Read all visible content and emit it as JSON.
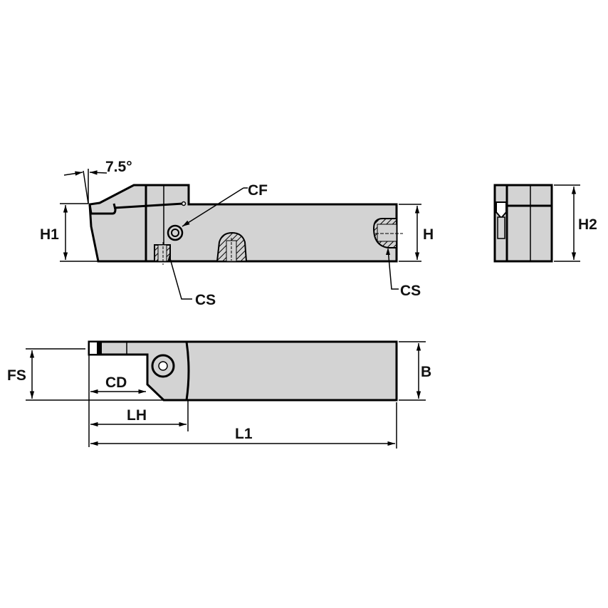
{
  "drawing": {
    "subject": "grooving toolholder technical drawing",
    "colors": {
      "body_fill": "#d3d3d3",
      "line": "#000000",
      "background": "#ffffff"
    },
    "side_view": {
      "labels": {
        "angle": "7.5°",
        "cf": "CF",
        "h1": "H1",
        "h": "H",
        "cs_left": "CS",
        "cs_right": "CS"
      }
    },
    "end_view": {
      "labels": {
        "h2": "H2"
      }
    },
    "top_view": {
      "labels": {
        "fs": "FS",
        "cd": "CD",
        "lh": "LH",
        "l1": "L1",
        "b": "B"
      }
    }
  }
}
